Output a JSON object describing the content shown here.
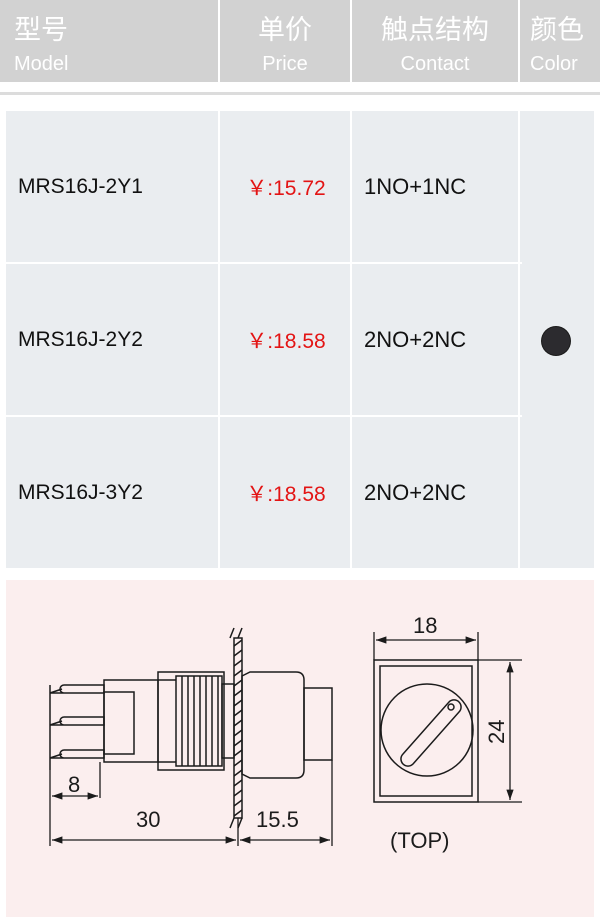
{
  "header": {
    "model_zh": "型号",
    "model_en": "Model",
    "price_zh": "单价",
    "price_en": "Price",
    "contact_zh": "触点结构",
    "contact_en": "Contact",
    "color_zh": "颜色",
    "color_en": "Color"
  },
  "rows": [
    {
      "model": "MRS16J-2Y1",
      "price": "￥:15.72",
      "contact": "1NO+1NC"
    },
    {
      "model": "MRS16J-2Y2",
      "price": "￥:18.58",
      "contact": "2NO+2NC"
    },
    {
      "model": "MRS16J-3Y2",
      "price": "￥:18.58",
      "contact": "2NO+2NC"
    }
  ],
  "color_swatch": "#2c2b2f",
  "drawing": {
    "dim_8": "8",
    "dim_30": "30",
    "dim_15_5": "15.5",
    "dim_18": "18",
    "dim_24": "24",
    "top_label": "(TOP)"
  }
}
